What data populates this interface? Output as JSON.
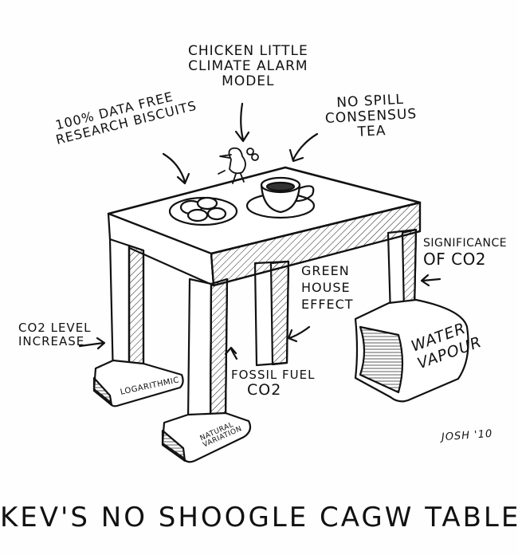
{
  "cartoon": {
    "title": "KEV'S NO SHOOGLE CAGW TABLE",
    "signature": "JOSH '10",
    "labels": {
      "chicken": [
        "CHICKEN LITTLE",
        "CLIMATE ALARM",
        "MODEL"
      ],
      "biscuits": [
        "100% DATA FREE",
        "RESEARCH BISCUITS"
      ],
      "tea": [
        "NO SPILL",
        "CONSENSUS",
        "TEA"
      ],
      "significance": [
        "SIGNIFICANCE",
        "OF CO2"
      ],
      "greenhouse": [
        "GREEN",
        "HOUSE",
        "EFFECT"
      ],
      "co2_level": [
        "CO2 LEVEL",
        "INCREASE"
      ],
      "fossil_fuel": [
        "FOSSIL FUEL",
        "CO2"
      ]
    },
    "books": {
      "logarithmic": "LOGARITHMIC",
      "natural_variation": [
        "NATURAL",
        "VARIATION"
      ],
      "water_vapour": [
        "WATER",
        "VAPOUR"
      ]
    }
  }
}
